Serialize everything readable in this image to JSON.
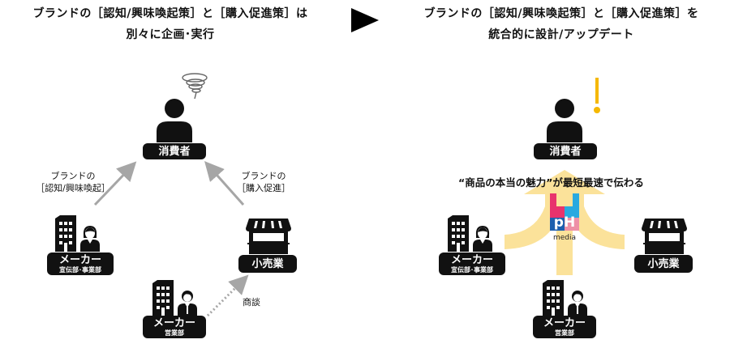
{
  "left_panel": {
    "title_line1": "ブランドの［認知/興味喚起策］と［購入促進策］は",
    "title_line2": "別々に企画･実行",
    "consumer": {
      "label": "消費者",
      "icon": "confused-person-icon"
    },
    "arrow_left_caption_line1": "ブランドの",
    "arrow_left_caption_line2": "［認知/興味喚起］",
    "arrow_right_caption_line1": "ブランドの",
    "arrow_right_caption_line2": "［購入促進］",
    "maker_pr": {
      "label": "メーカー",
      "sub": "宣伝部･事業部"
    },
    "retailer": {
      "label": "小売業"
    },
    "maker_sales": {
      "label": "メーカー",
      "sub": "営業部"
    },
    "negotiation_caption": "商談"
  },
  "transition_arrow": "play-triangle-icon",
  "right_panel": {
    "title_line1": "ブランドの［認知/興味喚起策］と［購入促進策］を",
    "title_line2": "統合的に設計/アップデート",
    "consumer": {
      "label": "消費者",
      "icon": "alert-person-icon"
    },
    "slogan": "“商品の本当の魅力”が最短最速で伝わる",
    "logo": {
      "text": "pH",
      "caption": "media"
    },
    "maker_pr": {
      "label": "メーカー",
      "sub": "宣伝部･事業部"
    },
    "retailer": {
      "label": "小売業"
    },
    "maker_sales": {
      "label": "メーカー",
      "sub": "営業部"
    }
  },
  "colors": {
    "black": "#111111",
    "gray_arrow": "#a6a6a6",
    "yellow_flow": "#fbe29a",
    "exclaim": "#f5b800",
    "logo_pink": "#e8336d",
    "logo_cyan": "#29a9e0",
    "logo_blue": "#1d5fae",
    "logo_lightpink": "#ee90a6"
  }
}
